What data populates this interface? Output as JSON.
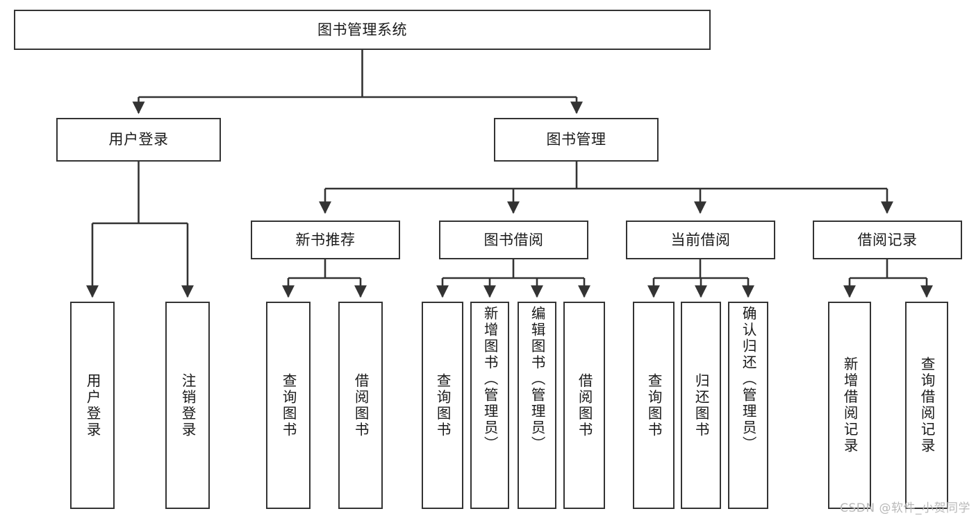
{
  "diagram": {
    "title": "图书管理系统",
    "type": "tree-structure-chart",
    "watermark": "CSDN @软件_小贺同学",
    "colors": {
      "stroke": "#333333",
      "fill": "#ffffff",
      "text": "#1a1a1a",
      "watermark": "#b9b9b9"
    },
    "root": {
      "label": "图书管理系统"
    },
    "level2": [
      {
        "label": "用户登录"
      },
      {
        "label": "图书管理"
      }
    ],
    "level3": [
      {
        "label": "新书推荐"
      },
      {
        "label": "图书借阅"
      },
      {
        "label": "当前借阅"
      },
      {
        "label": "借阅记录"
      }
    ],
    "leaves": {
      "user_login": [
        {
          "label": "用户登录"
        },
        {
          "label": "注销登录"
        }
      ],
      "new_book_recommend": [
        {
          "label": "查询图书"
        },
        {
          "label": "借阅图书"
        }
      ],
      "book_borrow": [
        {
          "label": "查询图书"
        },
        {
          "label": "新增图书（管理员）"
        },
        {
          "label": "编辑图书（管理员）"
        },
        {
          "label": "借阅图书"
        }
      ],
      "current_borrow": [
        {
          "label": "查询图书"
        },
        {
          "label": "归还图书"
        },
        {
          "label": "确认归还（管理员）"
        }
      ],
      "borrow_record": [
        {
          "label": "新增借阅记录"
        },
        {
          "label": "查询借阅记录"
        }
      ]
    }
  }
}
